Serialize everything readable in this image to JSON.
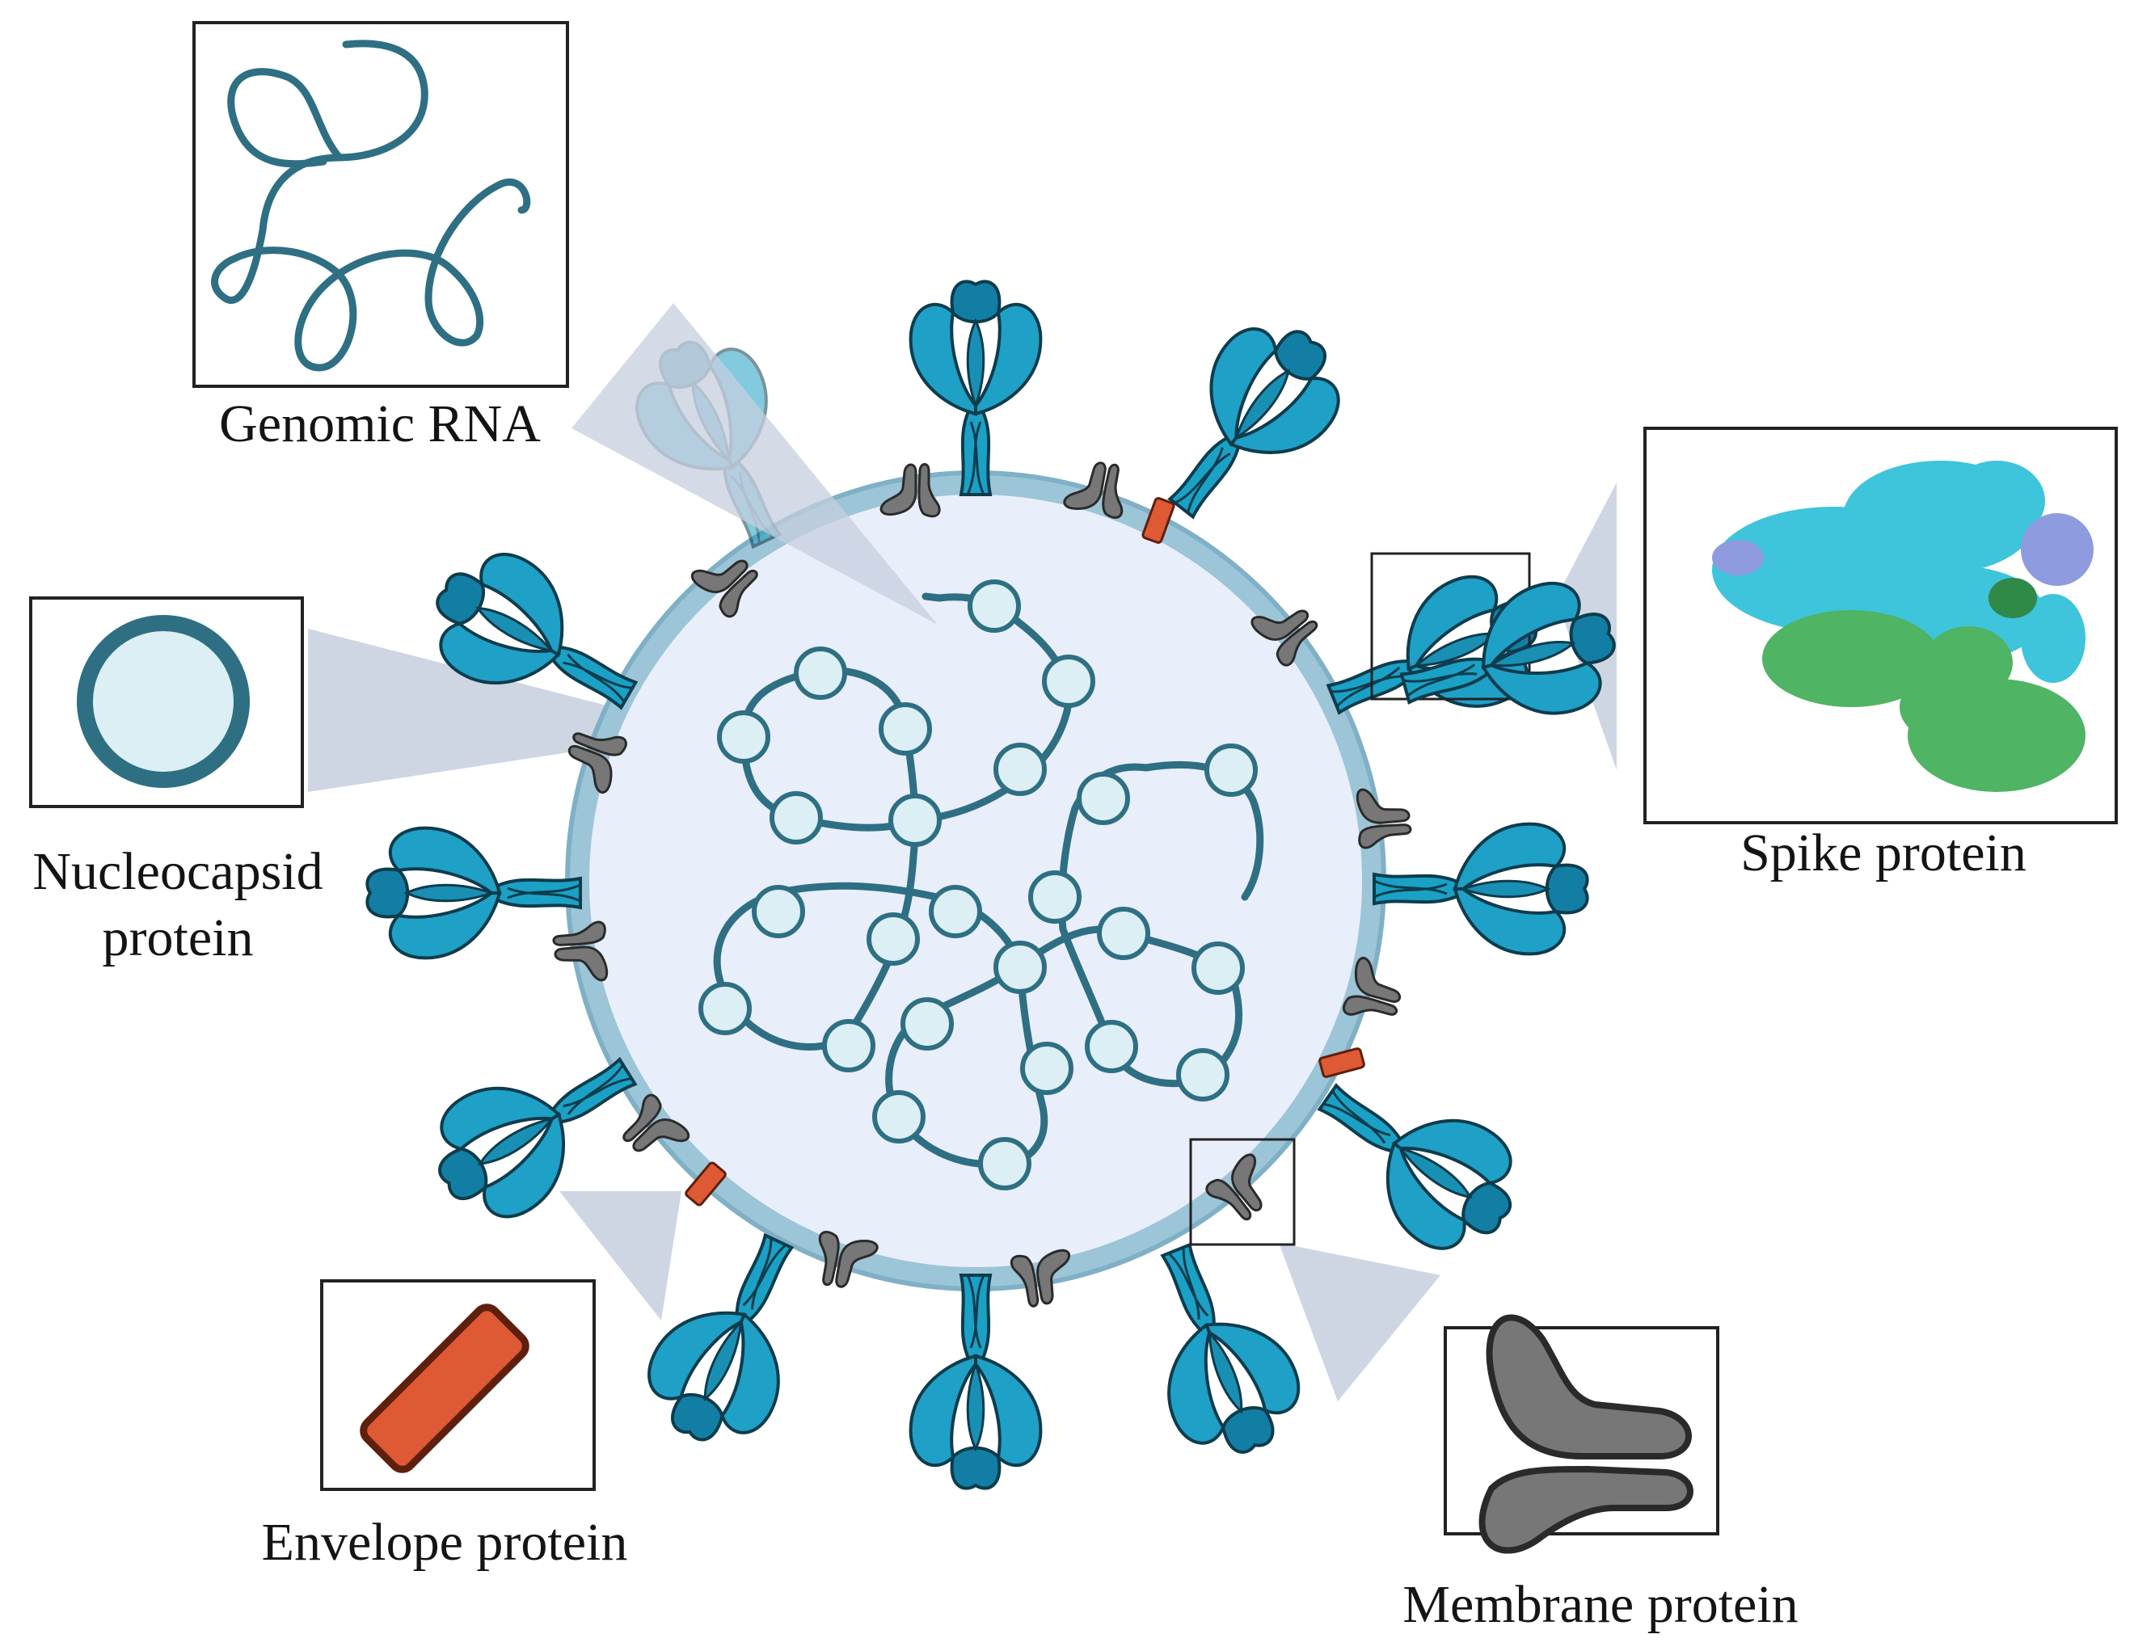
{
  "labels": {
    "genomic_rna": "Genomic RNA",
    "nucleocapsid_line1": "Nucleocapsid",
    "nucleocapsid_line2": "protein",
    "spike": "Spike protein",
    "envelope": "Envelope protein",
    "membrane": "Membrane protein"
  },
  "colors": {
    "spike_light": "#1fa0c6",
    "spike_dark": "#137ea3",
    "outline": "#0e3c4c",
    "rna_strand": "#2e6f83",
    "nucleocapsid_fill": "#dceff4",
    "membrane_ring": "#9cc5d7",
    "virion_interior": "#e9eefb",
    "membrane_protein": "#777777",
    "envelope_protein": "#de5a35",
    "envelope_outline": "#5e1f0e",
    "spike_structure_cyan": "#3ec4db",
    "spike_structure_green": "#4fb463",
    "spike_structure_lavender": "#8e9bdf",
    "callout_wedge": "#c5cfdf"
  },
  "icons": {
    "spike": "spike-protein-icon",
    "membrane": "membrane-protein-icon",
    "envelope": "envelope-protein-icon",
    "nucleocapsid": "nucleocapsid-ring-icon",
    "genome": "rna-strand-icon"
  }
}
